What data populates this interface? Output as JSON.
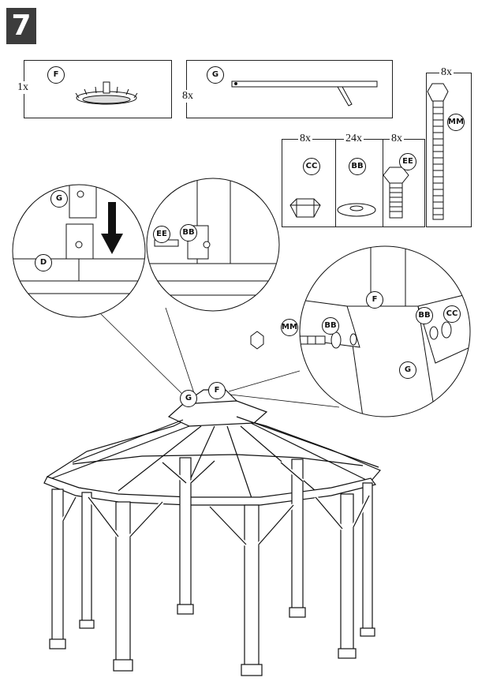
{
  "step_number": "7",
  "parts": [
    {
      "qty": "1x",
      "label": "F"
    },
    {
      "qty": "8x",
      "label": "G"
    },
    {
      "qty": "8x",
      "label": "CC"
    },
    {
      "qty": "24x",
      "label": "BB"
    },
    {
      "qty": "8x",
      "label": "EE"
    },
    {
      "qty": "8x",
      "label": "MM"
    }
  ],
  "callouts": {
    "detail1_G": "G",
    "detail1_D": "D",
    "detail2_EE": "EE",
    "detail2_BB": "BB",
    "detail3_F": "F",
    "detail3_MM": "MM",
    "detail3_BB_left": "BB",
    "detail3_BB_right": "BB",
    "detail3_CC": "CC",
    "detail3_G": "G",
    "main_G": "G",
    "main_F": "F"
  }
}
